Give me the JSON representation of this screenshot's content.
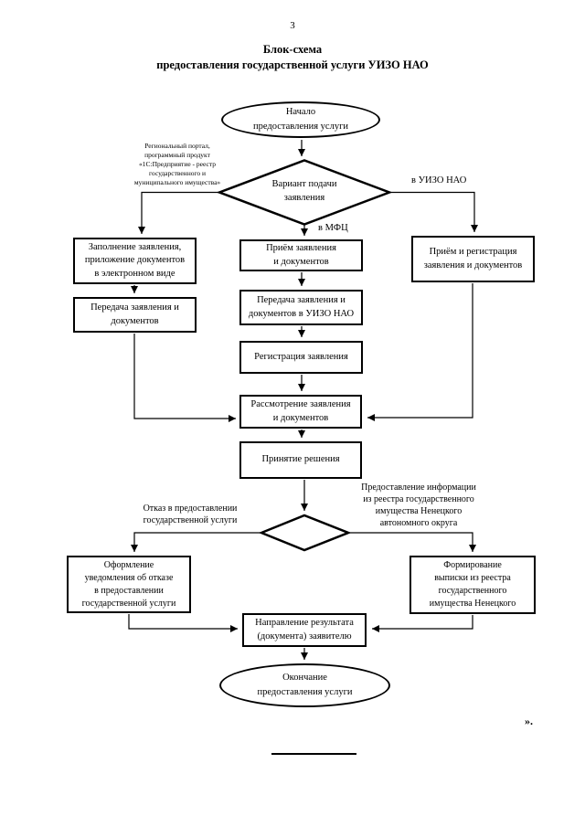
{
  "page": {
    "number": "3",
    "title": "Блок-схема\nпредоставления государственной услуги УИЗО НАО",
    "closing_mark": "».",
    "ink_color": "#000000",
    "paper_color": "#ffffff"
  },
  "flowchart": {
    "start": "Начало\nпредоставления услуги",
    "decision_variant": "Вариант подачи\nзаявления",
    "branch_labels": {
      "portal": "Региональный портал,\nпрограммный продукт\n«1С:Предприятие - реестр\nгосударственного и\nмуниципального имущества»",
      "uizo": "в УИЗО НАО",
      "mfc": "в МФЦ",
      "refusal": "Отказ в предоставлении\nгосударственной услуги",
      "info": "Предоставление информации\nиз реестра государственного\nимущества Ненецкого\nавтономного округа"
    },
    "boxes": {
      "fill_application": "Заполнение заявления,\nприложение документов\nв электронном виде",
      "transfer_docs": "Передача заявления и\nдокументов",
      "accept_docs": "Приём заявления\nи документов",
      "transfer_uizo": "Передача заявления и\nдокументов в УИЗО НАО",
      "registration": "Регистрация заявления",
      "accept_registration": "Приём и регистрация\nзаявления и документов",
      "review": "Рассмотрение заявления\nи документов",
      "decision_making": "Принятие решения",
      "refusal_notice": "Оформление\nуведомления об отказе\nв предоставлении\nгосударственной услуги",
      "extract_formation": "Формирование\nвыписки из реестра\nгосударственного\nимущества Ненецкого",
      "send_result": "Направление результата\n(документа) заявителю"
    },
    "end": "Окончание\nпредоставления услуги"
  }
}
